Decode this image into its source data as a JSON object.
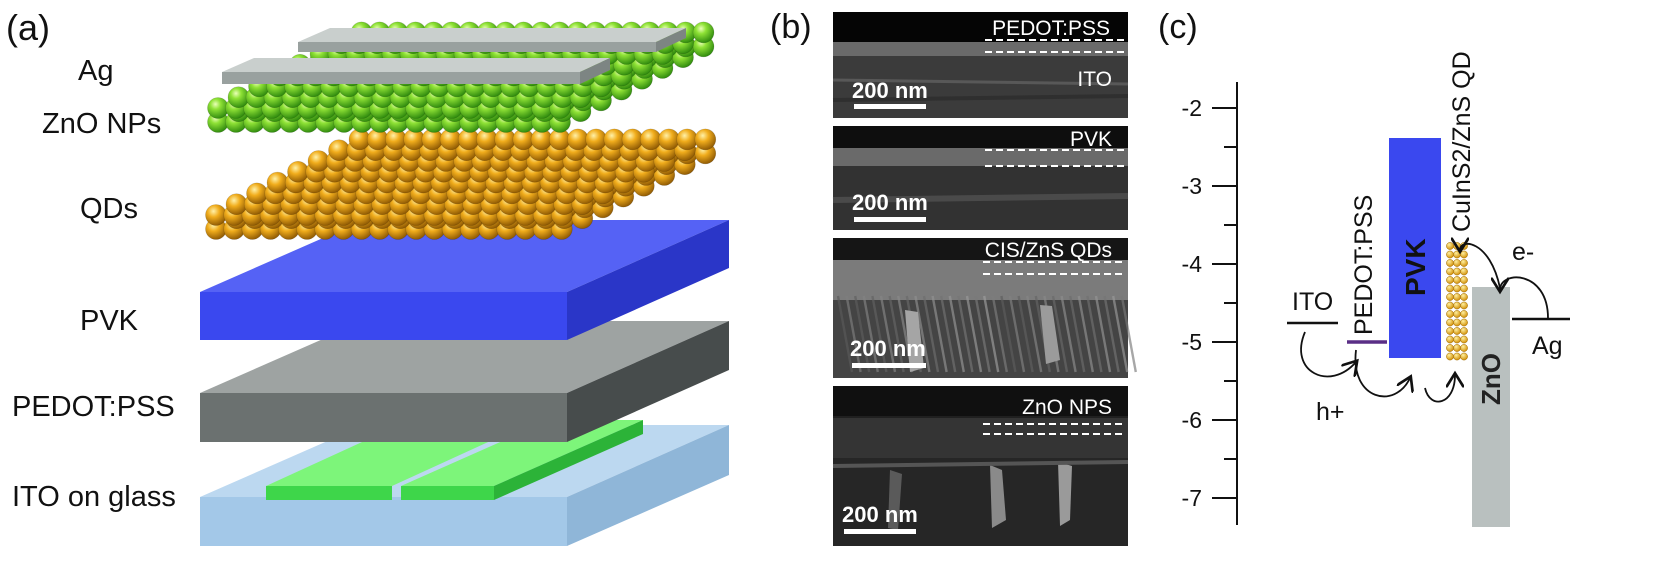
{
  "panel_a": {
    "tag": "(a)",
    "layers": [
      "Ag",
      "ZnO NPs",
      "QDs",
      "PVK",
      "PEDOT:PSS",
      "ITO on glass"
    ]
  },
  "panel_b": {
    "tag": "(b)",
    "images": [
      {
        "label": "PEDOT:PSS",
        "sublabel": "ITO",
        "scale": "200 nm"
      },
      {
        "label": "PVK",
        "sublabel": "",
        "scale": "200 nm"
      },
      {
        "label": "CIS/ZnS QDs",
        "sublabel": "",
        "scale": "200 nm"
      },
      {
        "label": "ZnO NPS",
        "sublabel": "",
        "scale": "200 nm"
      }
    ]
  },
  "panel_c": {
    "tag": "(c)",
    "ticks": [
      "-2",
      "-3",
      "-4",
      "-5",
      "-6",
      "-7"
    ],
    "labels": {
      "ito": "ITO",
      "pedot": "PEDOT:PSS",
      "pvk": "PVK",
      "qd": "CuInS2/ZnS QD",
      "zno": "ZnO",
      "ag": "Ag",
      "electron": "e-",
      "hole": "h+"
    }
  },
  "colors": {
    "ag": "#aeb6b4",
    "zno_sphere": "#7fd81e",
    "qd_sphere": "#f0a81a",
    "pvk": "#3a48ef",
    "pedot": "#7f8483",
    "ito_glass": "#a9ccea",
    "ito_strip": "#5cf05a",
    "zno_band": "#b9c0bf",
    "pedot_band": "#5a2e86"
  }
}
